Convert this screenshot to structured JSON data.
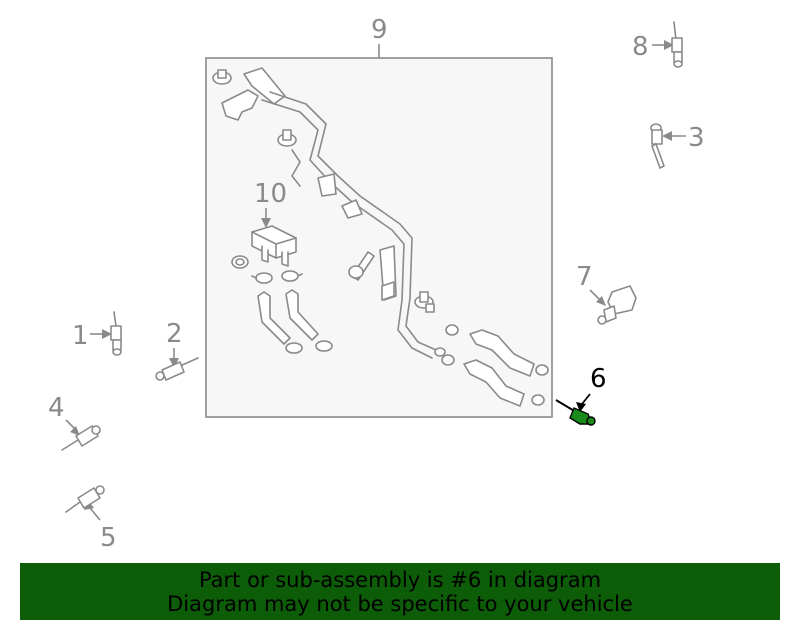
{
  "callouts": {
    "c1": "1",
    "c2": "2",
    "c3": "3",
    "c4": "4",
    "c5": "5",
    "c6": "6",
    "c7": "7",
    "c8": "8",
    "c9": "9",
    "c10": "10"
  },
  "highlight_callout": "6",
  "colors": {
    "banner_background": "#0d5c08",
    "highlight_part": "#1a8a1a",
    "line_gray": "#8a8a8a",
    "panel_fill": "#f7f7f7"
  },
  "banner": {
    "line1": "Part or sub-assembly is #6 in diagram",
    "line2": "Diagram may not be specific to your vehicle"
  }
}
